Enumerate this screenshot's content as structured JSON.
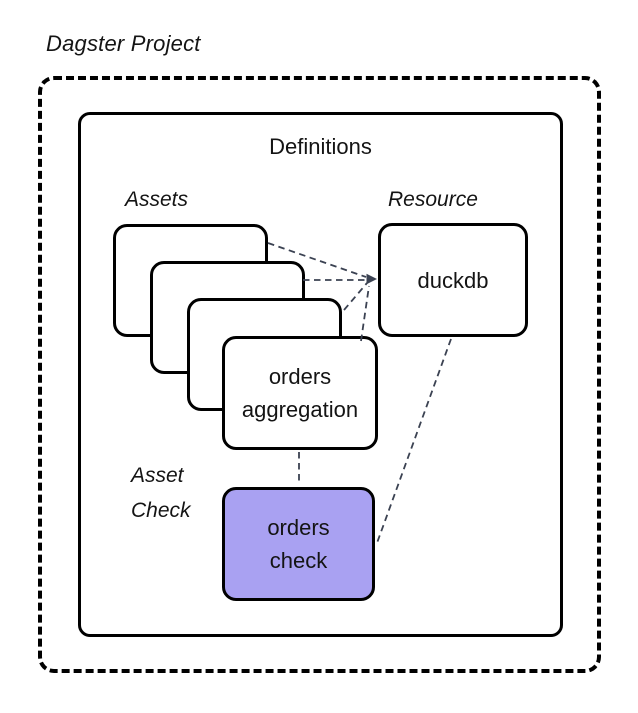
{
  "diagram": {
    "title": "Dagster Project",
    "definitions_label": "Definitions",
    "groups": {
      "assets_label": "Assets",
      "resource_label": "Resource",
      "asset_check_label": "Asset Check"
    },
    "nodes": {
      "orders_aggregation": {
        "label": "orders aggregation",
        "type": "asset"
      },
      "duckdb": {
        "label": "duckdb",
        "type": "resource"
      },
      "orders_check": {
        "label": "orders check",
        "type": "asset_check"
      }
    },
    "asset_stack": {
      "blank_card_count": 3
    },
    "edges": [
      {
        "from": "asset-card-1",
        "to": "duckdb",
        "style": "dashed-arrow"
      },
      {
        "from": "asset-card-2",
        "to": "duckdb",
        "style": "dashed-arrow"
      },
      {
        "from": "asset-card-3",
        "to": "duckdb",
        "style": "dashed-arrow"
      },
      {
        "from": "orders_aggregation",
        "to": "duckdb",
        "style": "dashed-arrow"
      },
      {
        "from": "orders_aggregation",
        "to": "orders_check",
        "style": "dashed"
      },
      {
        "from": "duckdb",
        "to": "orders_check",
        "style": "dashed"
      }
    ],
    "colors": {
      "asset_check_fill": "#a9a1f2",
      "connector": "#3b4252",
      "border": "#000000",
      "background": "#ffffff"
    }
  }
}
